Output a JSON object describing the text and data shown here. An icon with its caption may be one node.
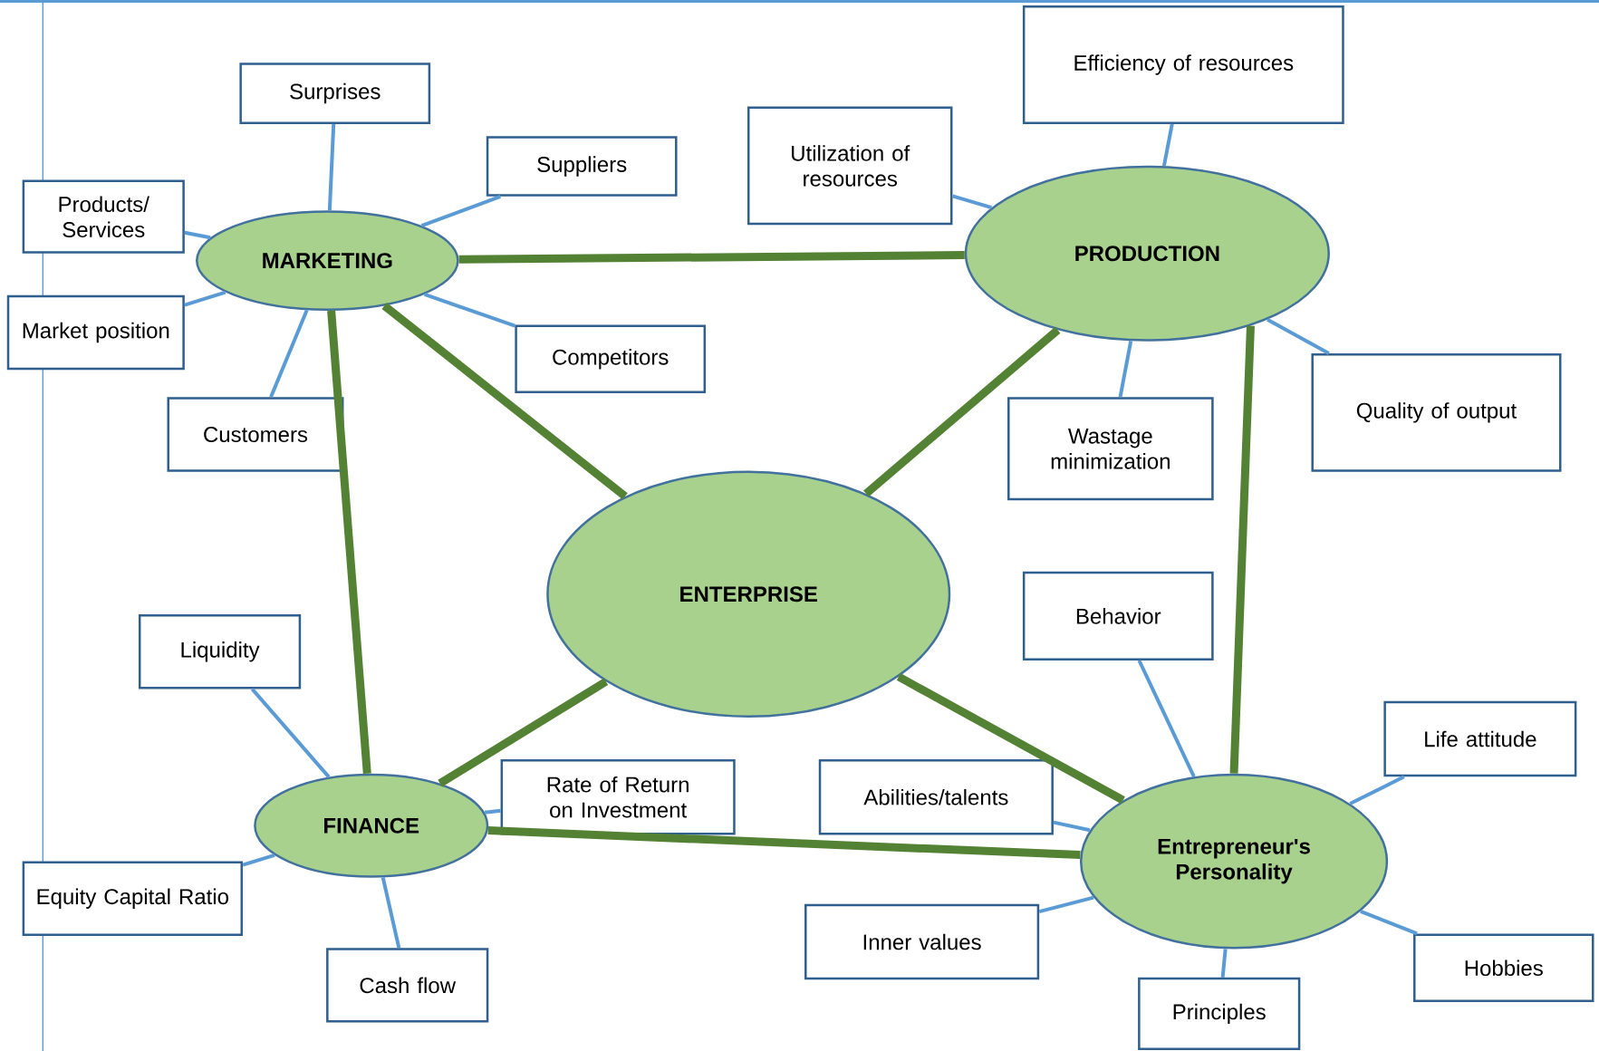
{
  "diagram": {
    "nodes": [
      {
        "text": [
          "MARKETING"
        ]
      },
      {
        "text": [
          "PRODUCTION"
        ]
      },
      {
        "text": [
          "ENTERPRISE"
        ]
      },
      {
        "text": [
          "FINANCE"
        ]
      },
      {
        "text": [
          "Entrepreneur's Personality"
        ]
      },
      {
        "text": [
          "Surprises"
        ]
      },
      {
        "text": [
          "Suppliers"
        ]
      },
      {
        "text": [
          "Products/ Services"
        ]
      },
      {
        "text": [
          "Market position"
        ]
      },
      {
        "text": [
          "Customers"
        ]
      },
      {
        "text": [
          "Competitors"
        ]
      },
      {
        "text": [
          "Utilization of resources"
        ]
      },
      {
        "text": [
          "Efficiency of resources"
        ]
      },
      {
        "text": [
          "Wastage minimization"
        ]
      },
      {
        "text": [
          "Quality of output"
        ]
      },
      {
        "text": [
          "Behavior"
        ]
      },
      {
        "text": [
          "Life attitude"
        ]
      },
      {
        "text": [
          "Abilities/talents"
        ]
      },
      {
        "text": [
          "Inner values"
        ]
      },
      {
        "text": [
          "Hobbies"
        ]
      },
      {
        "text": [
          "Principles"
        ]
      },
      {
        "text": [
          "Liquidity"
        ]
      },
      {
        "text": [
          "Rate of Return on Investment"
        ]
      },
      {
        "text": [
          "Equity Capital Ratio"
        ]
      },
      {
        "text": [
          "Cash flow"
        ]
      }
    ],
    "edges": [
      {
        "from": 0,
        "to": 1,
        "arrow": "none",
        "style": "thick",
        "color": "#548235"
      },
      {
        "from": 0,
        "to": 2,
        "arrow": "none",
        "style": "thick",
        "color": "#548235"
      },
      {
        "from": 0,
        "to": 3,
        "arrow": "none",
        "style": "thick",
        "color": "#548235"
      },
      {
        "from": 1,
        "to": 2,
        "arrow": "none",
        "style": "thick",
        "color": "#548235"
      },
      {
        "from": 1,
        "to": 4,
        "arrow": "none",
        "style": "thick",
        "color": "#548235"
      },
      {
        "from": 2,
        "to": 3,
        "arrow": "none",
        "style": "thick",
        "color": "#548235"
      },
      {
        "from": 2,
        "to": 4,
        "arrow": "none",
        "style": "thick",
        "color": "#548235"
      },
      {
        "from": 3,
        "to": 4,
        "arrow": "none",
        "style": "thick",
        "color": "#548235"
      },
      {
        "from": 5,
        "to": 0,
        "arrow": "none"
      },
      {
        "from": 6,
        "to": 0,
        "arrow": "none"
      },
      {
        "from": 7,
        "to": 0,
        "arrow": "none"
      },
      {
        "from": 8,
        "to": 0,
        "arrow": "none"
      },
      {
        "from": 9,
        "to": 0,
        "arrow": "none"
      },
      {
        "from": 10,
        "to": 0,
        "arrow": "none"
      },
      {
        "from": 11,
        "to": 1,
        "arrow": "none"
      },
      {
        "from": 12,
        "to": 1,
        "arrow": "none"
      },
      {
        "from": 13,
        "to": 1,
        "arrow": "none"
      },
      {
        "from": 14,
        "to": 1,
        "arrow": "none"
      },
      {
        "from": 15,
        "to": 4,
        "arrow": "none"
      },
      {
        "from": 16,
        "to": 4,
        "arrow": "none"
      },
      {
        "from": 17,
        "to": 4,
        "arrow": "none"
      },
      {
        "from": 18,
        "to": 4,
        "arrow": "none"
      },
      {
        "from": 19,
        "to": 4,
        "arrow": "none"
      },
      {
        "from": 20,
        "to": 4,
        "arrow": "none"
      },
      {
        "from": 21,
        "to": 3,
        "arrow": "none"
      },
      {
        "from": 22,
        "to": 3,
        "arrow": "none"
      },
      {
        "from": 23,
        "to": 3,
        "arrow": "none"
      },
      {
        "from": 24,
        "to": 3,
        "arrow": "none"
      }
    ]
  }
}
